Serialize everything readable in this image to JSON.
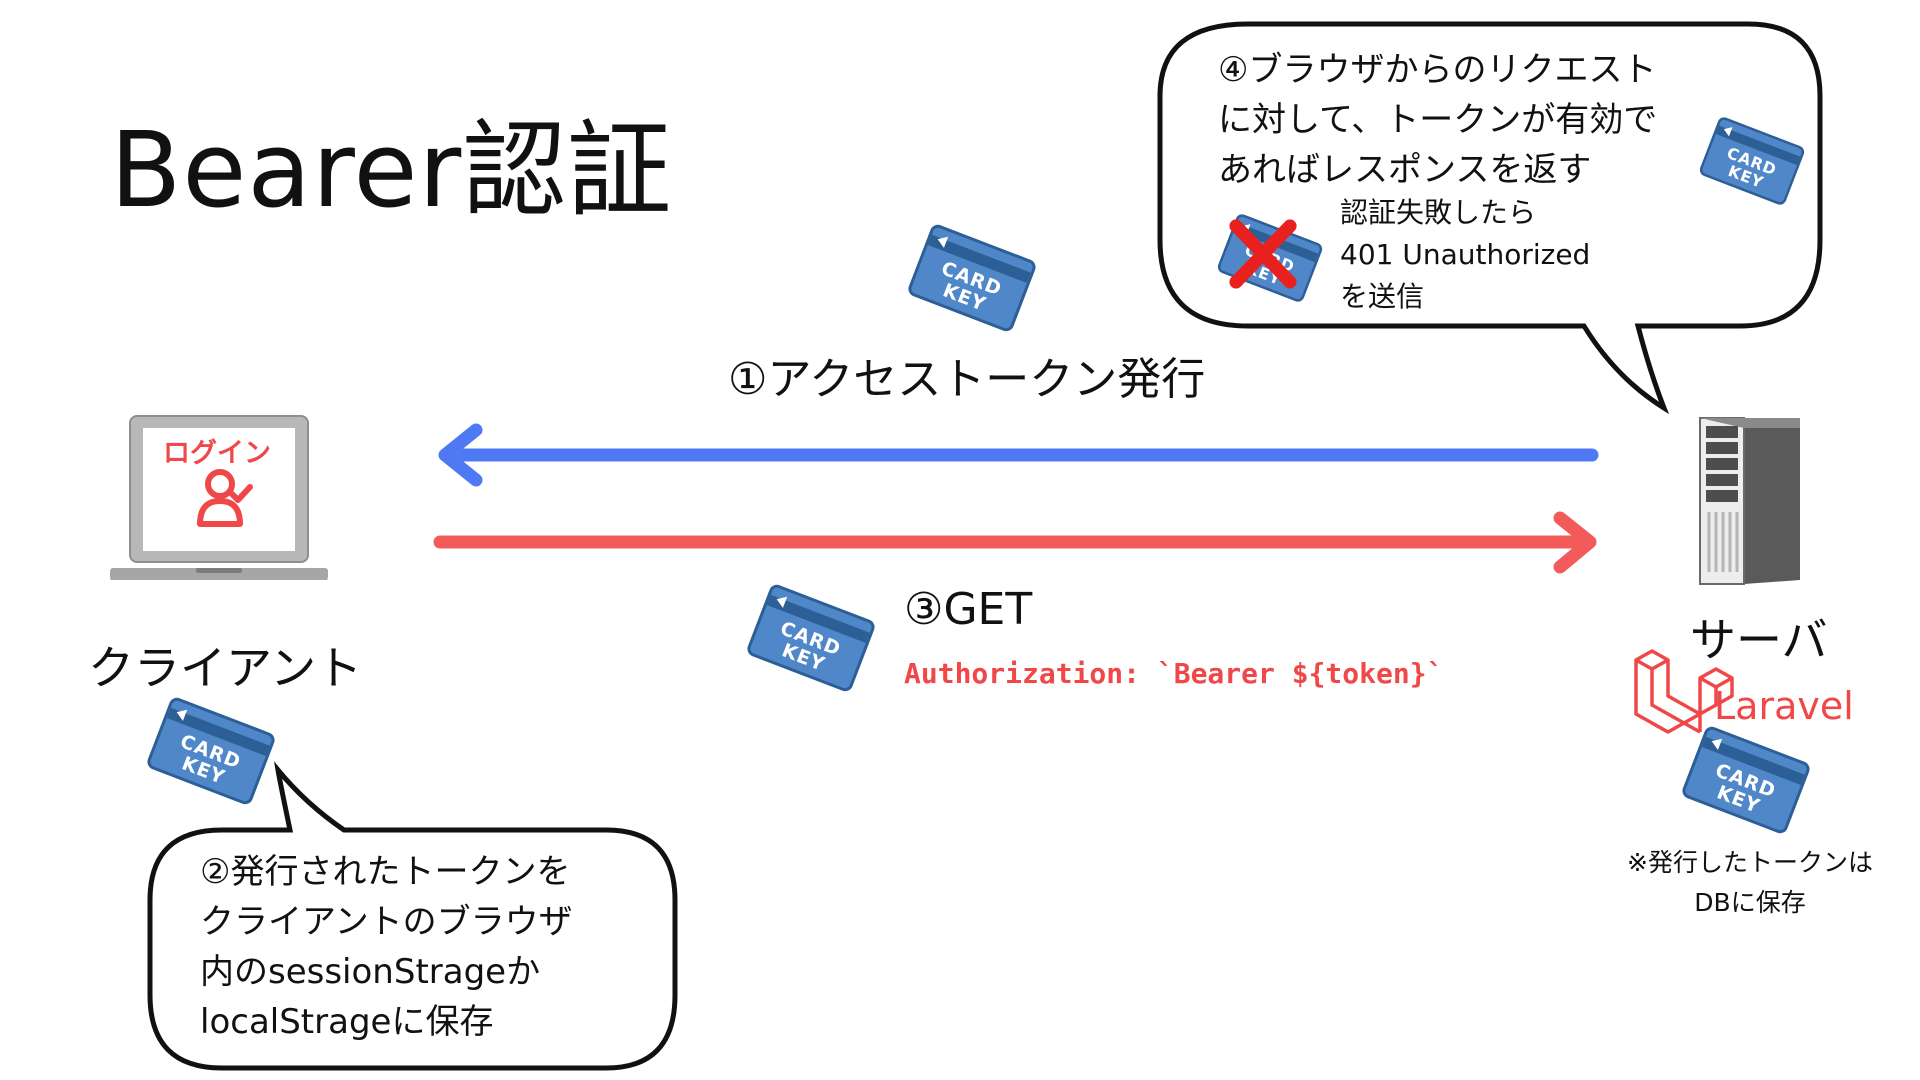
{
  "title": "Bearer認証",
  "step1_label": "①アクセストークン発行",
  "step3": {
    "label": "③GET",
    "header": "Authorization: `Bearer ${token}`"
  },
  "client": {
    "label": "クライアント",
    "screen_label": "ログイン"
  },
  "server": {
    "label": "サーバ",
    "framework": "Laravel"
  },
  "card_key": {
    "line1": "CARD",
    "line2": "KEY"
  },
  "bubble2": {
    "lines": [
      "②発行されたトークンを",
      "クライアントのブラウザ",
      "内のsessionStrageか",
      "localStrageに保存"
    ]
  },
  "bubble4": {
    "lines": [
      "④ブラウザからのリクエスト",
      "に対して、トークンが有効で",
      "あればレスポンスを返す"
    ],
    "fail_lines": [
      "認証失敗したら",
      "401 Unauthorized",
      "を送信"
    ]
  },
  "server_note": {
    "lines": [
      "※発行したトークンは",
      "DBに保存"
    ]
  },
  "colors": {
    "issue_arrow": "#4f78f4",
    "get_arrow": "#f35a5a",
    "accent_red": "#f04848",
    "card_blue": "#4f87c8",
    "card_border": "#2d5f97"
  },
  "icons": [
    "laptop-icon",
    "user-check-icon",
    "server-icon",
    "laravel-logo-icon",
    "card-key-icon",
    "cross-icon"
  ]
}
